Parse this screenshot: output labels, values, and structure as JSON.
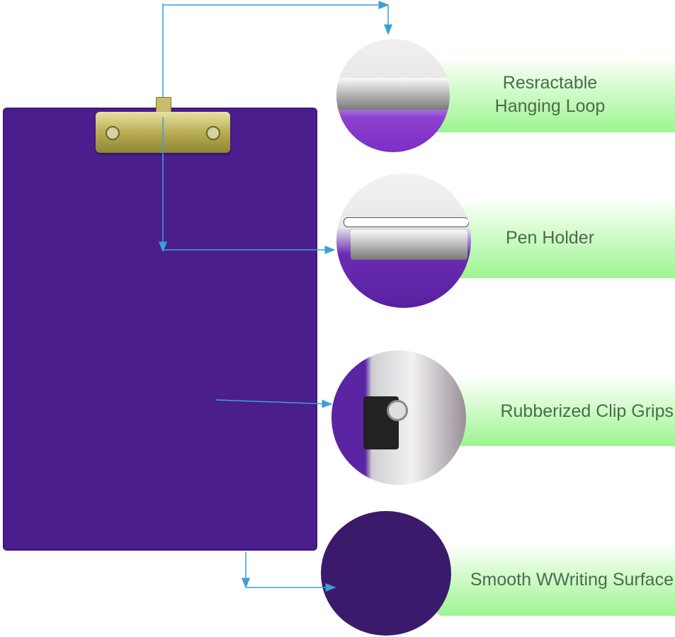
{
  "features": [
    {
      "label_line1": "Resractable",
      "label_line2": "Hanging Loop"
    },
    {
      "label": "Pen Holder"
    },
    {
      "label": "Rubberized Clip Grips"
    },
    {
      "label": "Smooth WWriting Surface"
    }
  ],
  "colors": {
    "board": "#4b1e8e",
    "arrow": "#3aa0d8",
    "label_bg": "#9cf590",
    "label_text": "#4d6b4d"
  }
}
